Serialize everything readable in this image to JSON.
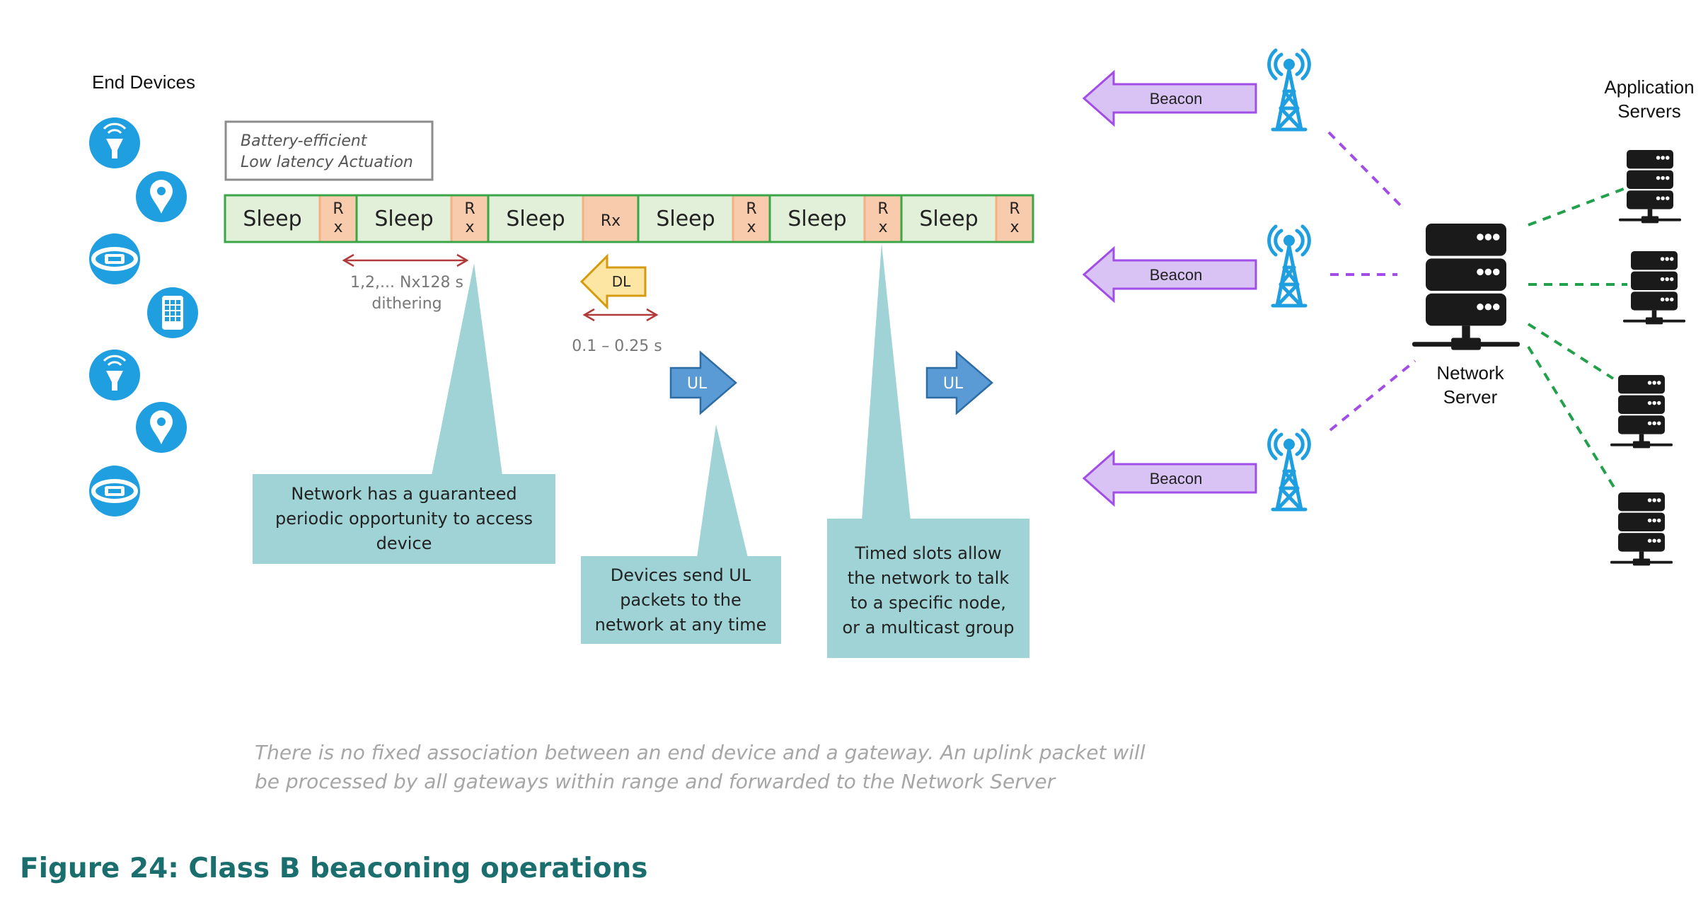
{
  "end_devices": {
    "title": "End Devices",
    "icons": [
      "wifi-bulb-icon",
      "location-pin-icon",
      "wristband-icon",
      "smartphone-icon",
      "wifi-bulb-icon",
      "location-pin-icon",
      "wristband-icon"
    ],
    "color": "#1f9fe0"
  },
  "note_box": {
    "line1": "Battery-efficient",
    "line2": "Low latency Actuation"
  },
  "timeline": {
    "segments": [
      {
        "kind": "sleep",
        "label": "Sleep"
      },
      {
        "kind": "rx",
        "label": "R\nx"
      },
      {
        "kind": "sleep",
        "label": "Sleep"
      },
      {
        "kind": "rx",
        "label": "R\nx"
      },
      {
        "kind": "sleep",
        "label": "Sleep"
      },
      {
        "kind": "rx-wide",
        "label": "Rx"
      },
      {
        "kind": "sleep",
        "label": "Sleep"
      },
      {
        "kind": "rx",
        "label": "R\nx"
      },
      {
        "kind": "sleep",
        "label": "Sleep"
      },
      {
        "kind": "rx",
        "label": "R\nx"
      },
      {
        "kind": "sleep",
        "label": "Sleep"
      },
      {
        "kind": "rx",
        "label": "R\nx"
      }
    ],
    "sleep_color": "#e2efd9",
    "rx_color": "#f8cbad",
    "border_color": "#3aa648"
  },
  "dithering": {
    "line1": "1,2,... Nx128 s",
    "line2": "dithering"
  },
  "dl": {
    "label": "DL",
    "timing": "0.1 – 0.25 s"
  },
  "ul": {
    "label": "UL"
  },
  "callouts": {
    "network_access": [
      "Network has a guaranteed",
      "periodic opportunity to access",
      "device"
    ],
    "ul_any_time": [
      "Devices send UL",
      "packets to the",
      "network at any time"
    ],
    "timed_slots": [
      "Timed slots allow",
      "the network to talk",
      "to a specific node,",
      "or a multicast group"
    ],
    "color": "#9fd3d5"
  },
  "beacons": {
    "label": "Beacon",
    "count": 3,
    "fill": "#d9c3f5",
    "stroke": "#a14de6"
  },
  "gateway_color": "#1f9fe0",
  "network_server": {
    "line1": "Network",
    "line2": "Server"
  },
  "app_servers": {
    "line1": "Application",
    "line2": "Servers"
  },
  "link_colors": {
    "gateway_to_ns": "#a14de6",
    "ns_to_app": "#22a04b"
  },
  "footnote": "There is no fixed association between an end device and a gateway.  An uplink packet will be processed by all gateways within range and forwarded to the Network Server",
  "caption": "Figure 24: Class B beaconing operations"
}
